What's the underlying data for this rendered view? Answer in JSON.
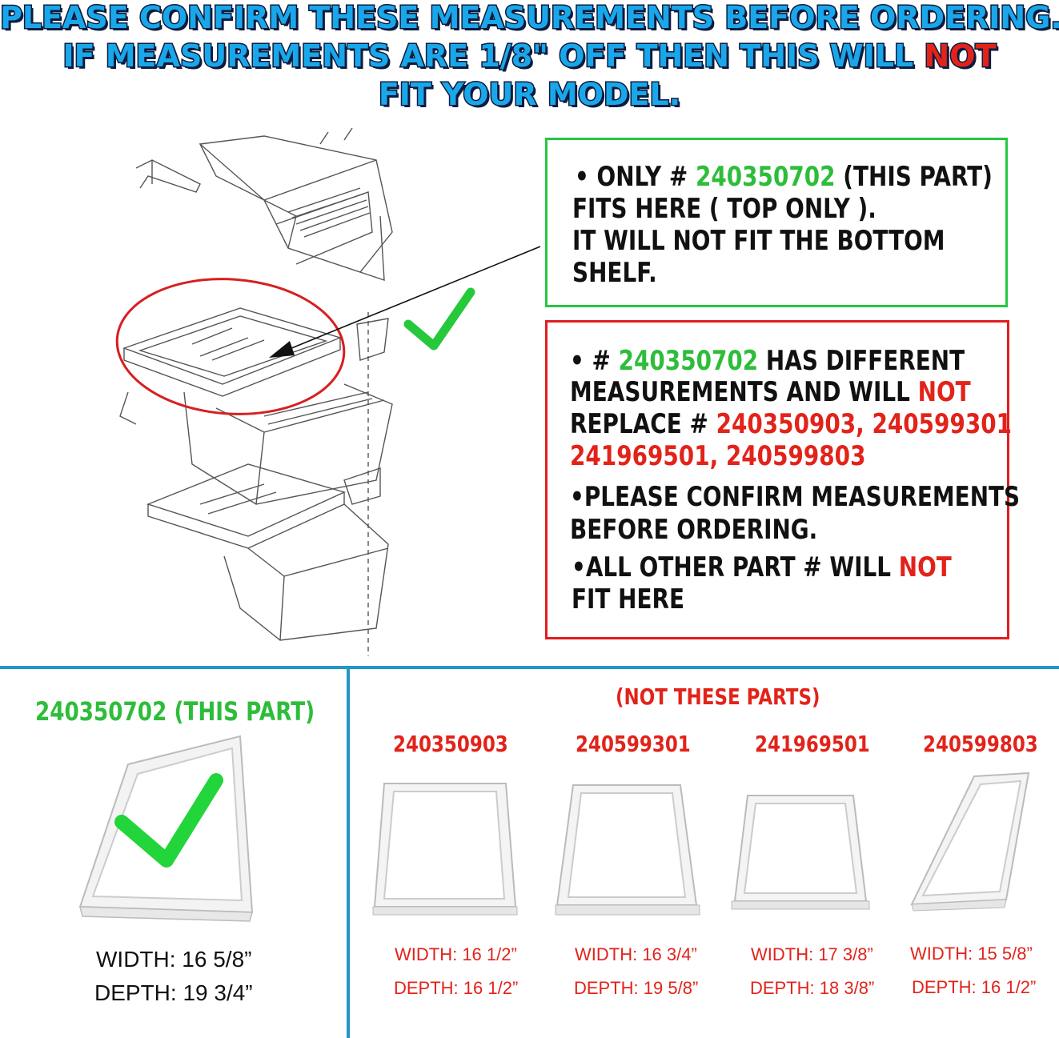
{
  "header": {
    "line1": "PLEASE CONFIRM THESE MEASUREMENTS BEFORE ORDERING.",
    "line2_prefix": "IF MEASUREMENTS ARE 1/8\" OFF THEN THIS WILL ",
    "line2_emph": "NOT",
    "line3": "FIT YOUR MODEL."
  },
  "green_box": {
    "l1_prefix": "• ONLY # ",
    "l1_part": "240350702",
    "l1_suffix": " (THIS PART)",
    "l2": "FITS HERE ( TOP ONLY ).",
    "l3": "IT WILL NOT FIT THE BOTTOM",
    "l4": "SHELF."
  },
  "red_box": {
    "l1_prefix": "• # ",
    "l1_part": "240350702",
    "l1_suffix": " HAS DIFFERENT",
    "l2_prefix": "MEASUREMENTS AND WILL ",
    "l2_emph": "NOT",
    "l3_prefix": "REPLACE # ",
    "l3_parts": "240350903, 240599301",
    "l4_parts": "241969501, 240599803",
    "l5": "•PLEASE CONFIRM MEASUREMENTS",
    "l6": "BEFORE ORDERING.",
    "l7_prefix": "•ALL OTHER PART # WILL ",
    "l7_emph": "NOT",
    "l8": "FIT HERE"
  },
  "this_part": {
    "title_part": "240350702",
    "title_suffix": "  (THIS PART)",
    "width": "WIDTH: 16 5/8”",
    "depth": "DEPTH: 19 3/4”"
  },
  "not_these": {
    "heading": "(NOT THESE PARTS)",
    "parts": [
      {
        "number": "240350903",
        "width": "WIDTH: 16 1/2”",
        "depth": "DEPTH: 16 1/2”"
      },
      {
        "number": "240599301",
        "width": "WIDTH: 16 3/4”",
        "depth": "DEPTH: 19 5/8”"
      },
      {
        "number": "241969501",
        "width": "WIDTH: 17 3/8”",
        "depth": "DEPTH: 18 3/8”"
      },
      {
        "number": "240599803",
        "width": "WIDTH: 15 5/8”",
        "depth": "DEPTH: 16 1/2”"
      }
    ]
  },
  "colors": {
    "accent_blue": "#1aa7ea",
    "green": "#2ebd3a",
    "red": "#e2231a",
    "divider": "#2196c9"
  },
  "icons": [
    "checkmark-icon",
    "arrow-icon"
  ]
}
